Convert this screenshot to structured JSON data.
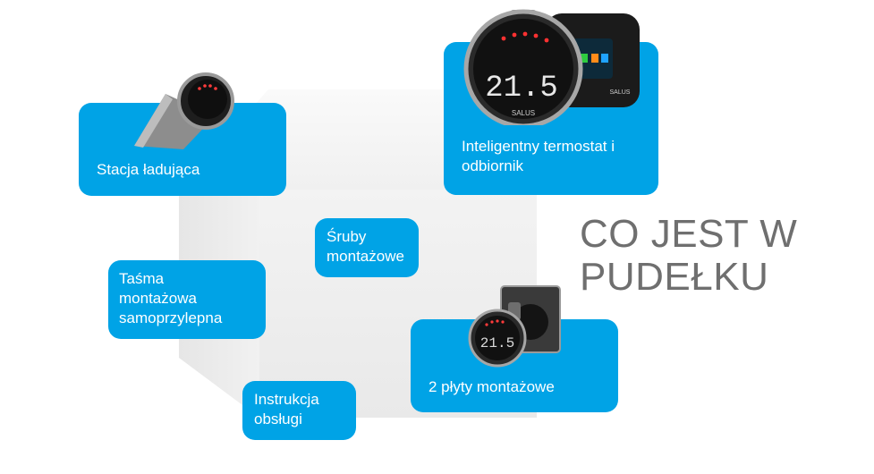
{
  "heading": {
    "line1": "CO JEST W",
    "line2": "PUDEŁKU"
  },
  "items": {
    "charging_station": "Stacja ładująca",
    "thermostat_receiver": "Inteligentny termostat i odbiornik",
    "screws": {
      "line1": "Śruby",
      "line2": "montażowe"
    },
    "tape": {
      "line1": "Taśma",
      "line2": "montażowa",
      "line3": "samoprzylepna"
    },
    "plates": "2 płyty montażowe",
    "manual": {
      "line1": "Instrukcja",
      "line2": "obsługi"
    }
  },
  "display_reading": "21.5",
  "brand_mark": "SALUS",
  "colors": {
    "accent": "#00a3e6",
    "heading": "#6f6f6f"
  }
}
